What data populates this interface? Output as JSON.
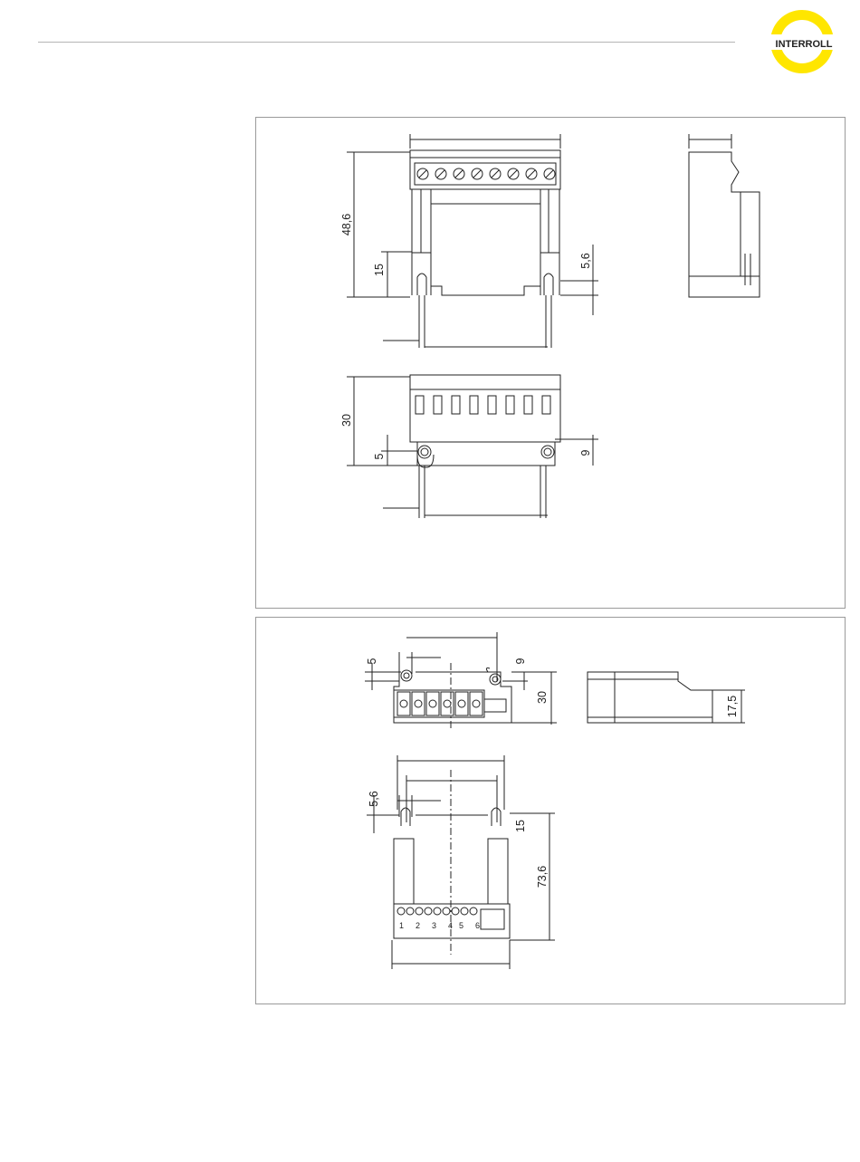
{
  "brand": {
    "logo_text": "INTERROLL",
    "logo_color": "#FFE600"
  },
  "drawing1": {
    "front": {
      "height": "48,6",
      "pin_length": "15",
      "hole_offset": "5,6"
    },
    "bottom": {
      "depth": "30",
      "hole_edge": "5",
      "hole_height": "9"
    }
  },
  "drawing2": {
    "top": {
      "hole_edge": "5",
      "hole_height": "9",
      "depth": "30"
    },
    "side": {
      "height": "17,5"
    },
    "front": {
      "hole_offset": "5,6",
      "pin_length": "15",
      "length": "73,6",
      "terminals": [
        "1",
        "2",
        "3",
        "4",
        "5",
        "6"
      ]
    }
  }
}
